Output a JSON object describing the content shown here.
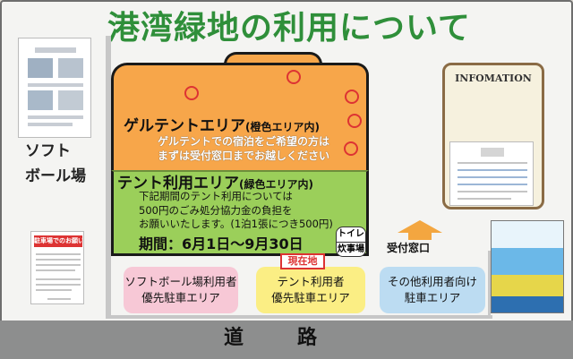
{
  "title": "港湾緑地の利用について",
  "softball_area": {
    "line1": "ソフト",
    "line2": "ボール場"
  },
  "parking_notice": {
    "title": "駐車場でのお願い"
  },
  "gel_tent": {
    "title": "ゲルテントエリア",
    "subtitle": "(橙色エリア内)",
    "text_line1": "ゲルテントでの宿泊をご希望の方は",
    "text_line2": "まずは受付窓口までお越しください"
  },
  "tent": {
    "title": "テント利用エリア",
    "subtitle": "(緑色エリア内)",
    "text_line1": "下記期間のテント利用については",
    "text_line2": "500円のごみ処分協力金の負担を",
    "text_line3": "お願いいたします。(1泊1張につき500円)",
    "period": "期間：6月1日～9月30日"
  },
  "toilet": {
    "label1": "トイレ",
    "label2": "炊事場"
  },
  "current_location": "現在地",
  "reception": "受付窓口",
  "parking": {
    "softball": {
      "line1": "ソフトボール場利用者",
      "line2": "優先駐車エリア"
    },
    "tent": {
      "line1": "テント利用者",
      "line2": "優先駐車エリア"
    },
    "other": {
      "line1": "その他利用者向け",
      "line2": "駐車エリア"
    }
  },
  "road": "道路",
  "info": {
    "title": "INFOMATION"
  },
  "colors": {
    "orange_zone": "#f7a64a",
    "green_zone": "#9bcf5a",
    "pink": "#f7c8d6",
    "yellow": "#fbee84",
    "blue": "#bcdcf2",
    "title": "#2f8f3a"
  }
}
